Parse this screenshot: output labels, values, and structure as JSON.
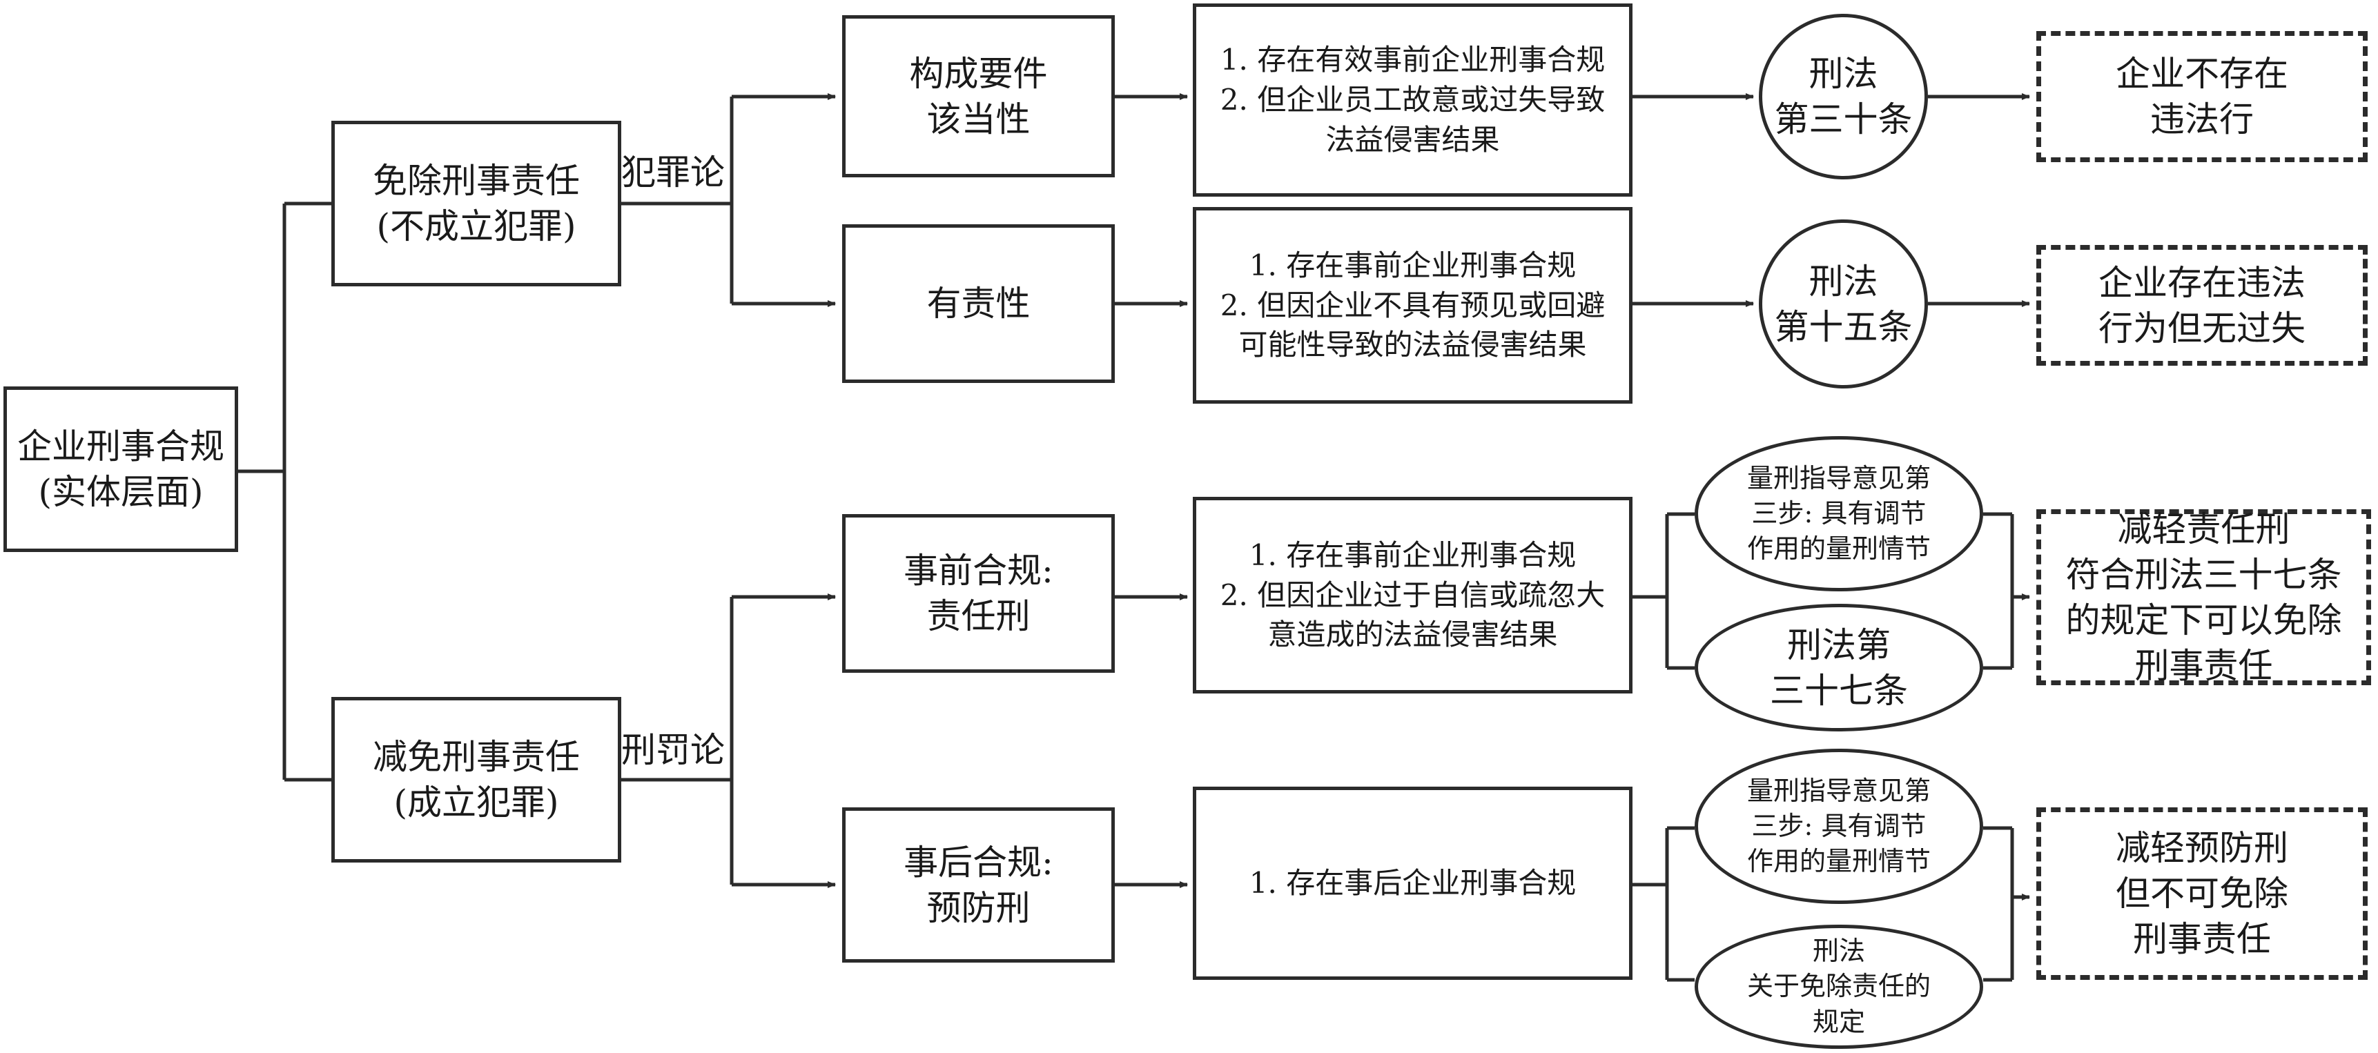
{
  "root": {
    "line1": "企业刑事合规",
    "line2": "(实体层面)"
  },
  "branch_exempt": {
    "line1": "免除刑事责任",
    "line2": "(不成立犯罪)",
    "edge_label": "犯罪论"
  },
  "branch_mitigate": {
    "line1": "减免刑事责任",
    "line2": "(成立犯罪)",
    "edge_label": "刑罚论"
  },
  "nodes": {
    "elements": "构成要件\n该当性",
    "culpability": "有责性",
    "pre_compliance": "事前合规:\n责任刑",
    "post_compliance": "事后合规:\n预防刑"
  },
  "conditions": {
    "elements": "1. 存在有效事前企业刑事合规\n2. 但企业员工故意或过失导致\n法益侵害结果",
    "culpability": "1. 存在事前企业刑事合规\n2. 但因企业不具有预见或回避\n可能性导致的法益侵害结果",
    "pre_compliance": "1. 存在事前企业刑事合规\n2. 但因企业过于自信或疏忽大\n意造成的法益侵害结果",
    "post_compliance": "1. 存在事后企业刑事合规"
  },
  "laws": {
    "art30": "刑法\n第三十条",
    "art15": "刑法\n第十五条",
    "sentencing_pre": "量刑指导意见第\n三步: 具有调节\n作用的量刑情节",
    "art37": "刑法第\n三十七条",
    "sentencing_post": "量刑指导意见第\n三步: 具有调节\n作用的量刑情节",
    "exemption_rules": "刑法\n关于免除责任的\n规定"
  },
  "results": {
    "no_violation": "企业不存在\n违法行",
    "violation_no_fault": "企业存在违法\n行为但无过失",
    "reduce_liability": "减轻责任刑\n符合刑法三十七条\n的规定下可以免除\n刑事责任",
    "reduce_prevention": "减轻预防刑\n但不可免除\n刑事责任"
  }
}
